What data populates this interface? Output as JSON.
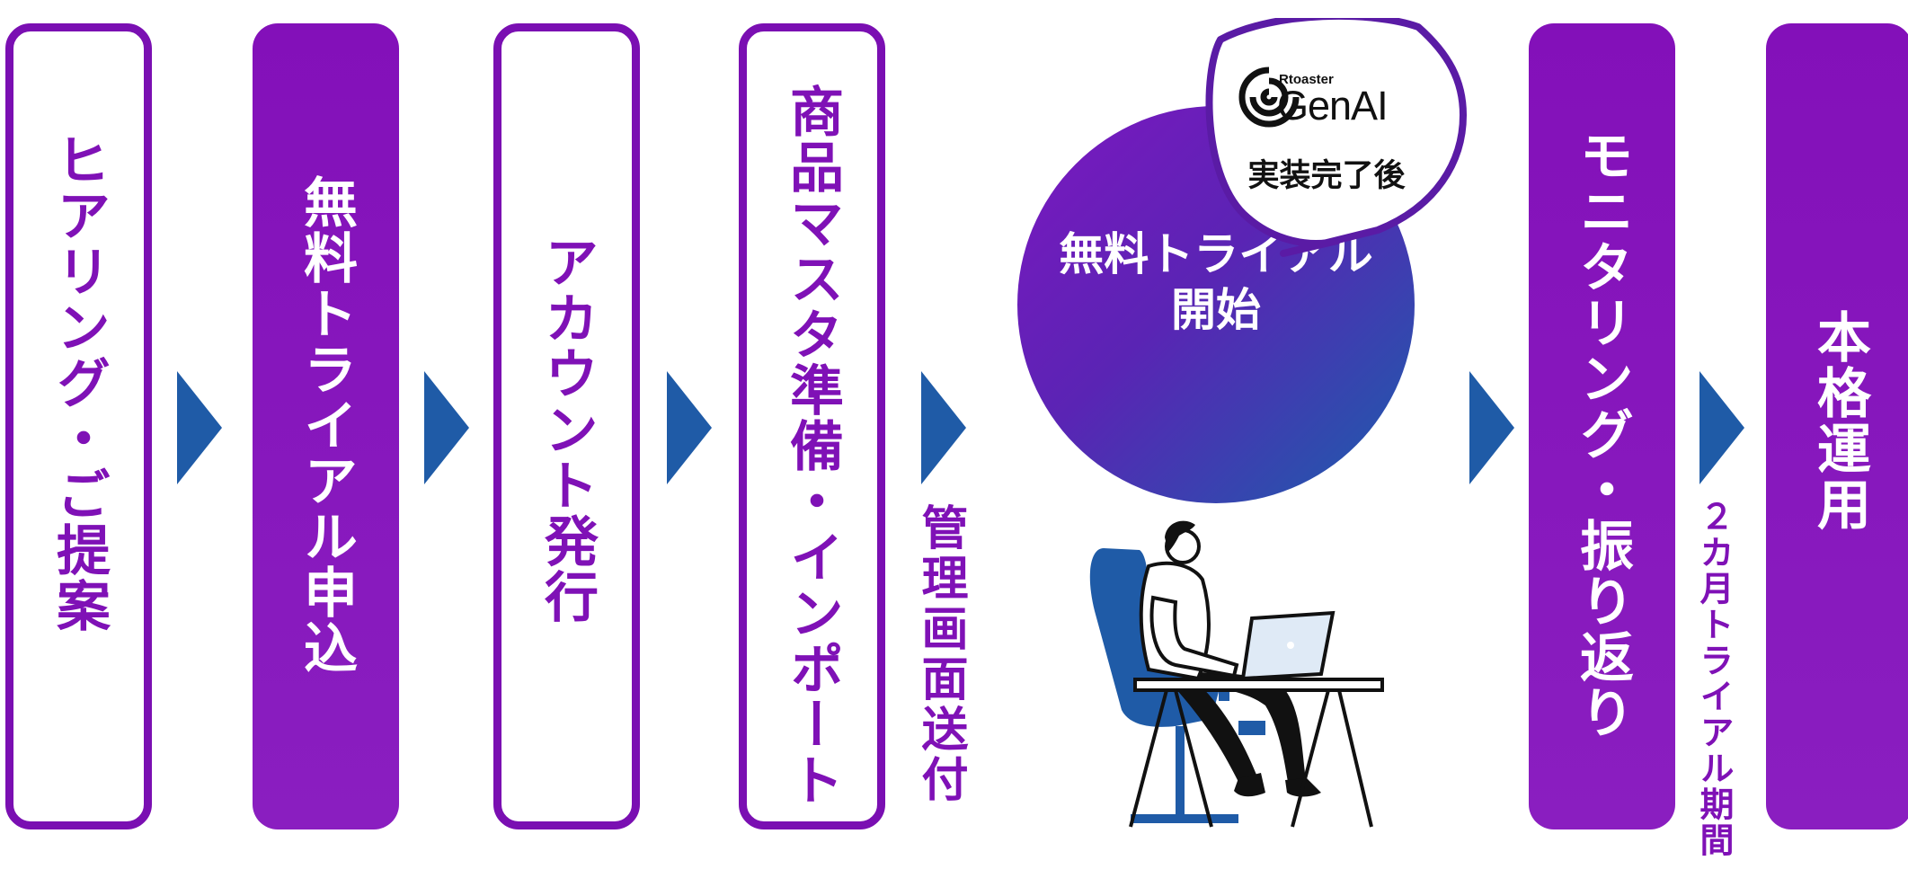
{
  "steps": [
    {
      "label": "ヒアリング・ご提案",
      "style": "outlined"
    },
    {
      "label": "無料トライアル申込",
      "style": "filled"
    },
    {
      "label": "アカウント発行",
      "style": "outlined"
    },
    {
      "label": "商品マスタ準備・インポート",
      "style": "outlined"
    },
    {
      "label": "モニタリング・振り返り",
      "style": "filled"
    },
    {
      "label": "本格運用",
      "style": "filled"
    }
  ],
  "notes": {
    "admin_screen": "管理画面送付",
    "trial_period": "２カ月トライアル期間"
  },
  "trial": {
    "title_line1": "無料トライアル",
    "title_line2": "開始"
  },
  "badge": {
    "brand_small": "Rtoaster",
    "brand_big": "GenAI",
    "caption": "実装完了後"
  },
  "colors": {
    "purple": "#7f11b6",
    "purple_fill": "#8310b9",
    "arrow_blue": "#1f5ba7",
    "white": "#ffffff"
  },
  "icons": {
    "arrow": "triangle-right-icon",
    "logo": "rtoaster-logo-icon",
    "illustration": "person-at-laptop-illustration"
  }
}
